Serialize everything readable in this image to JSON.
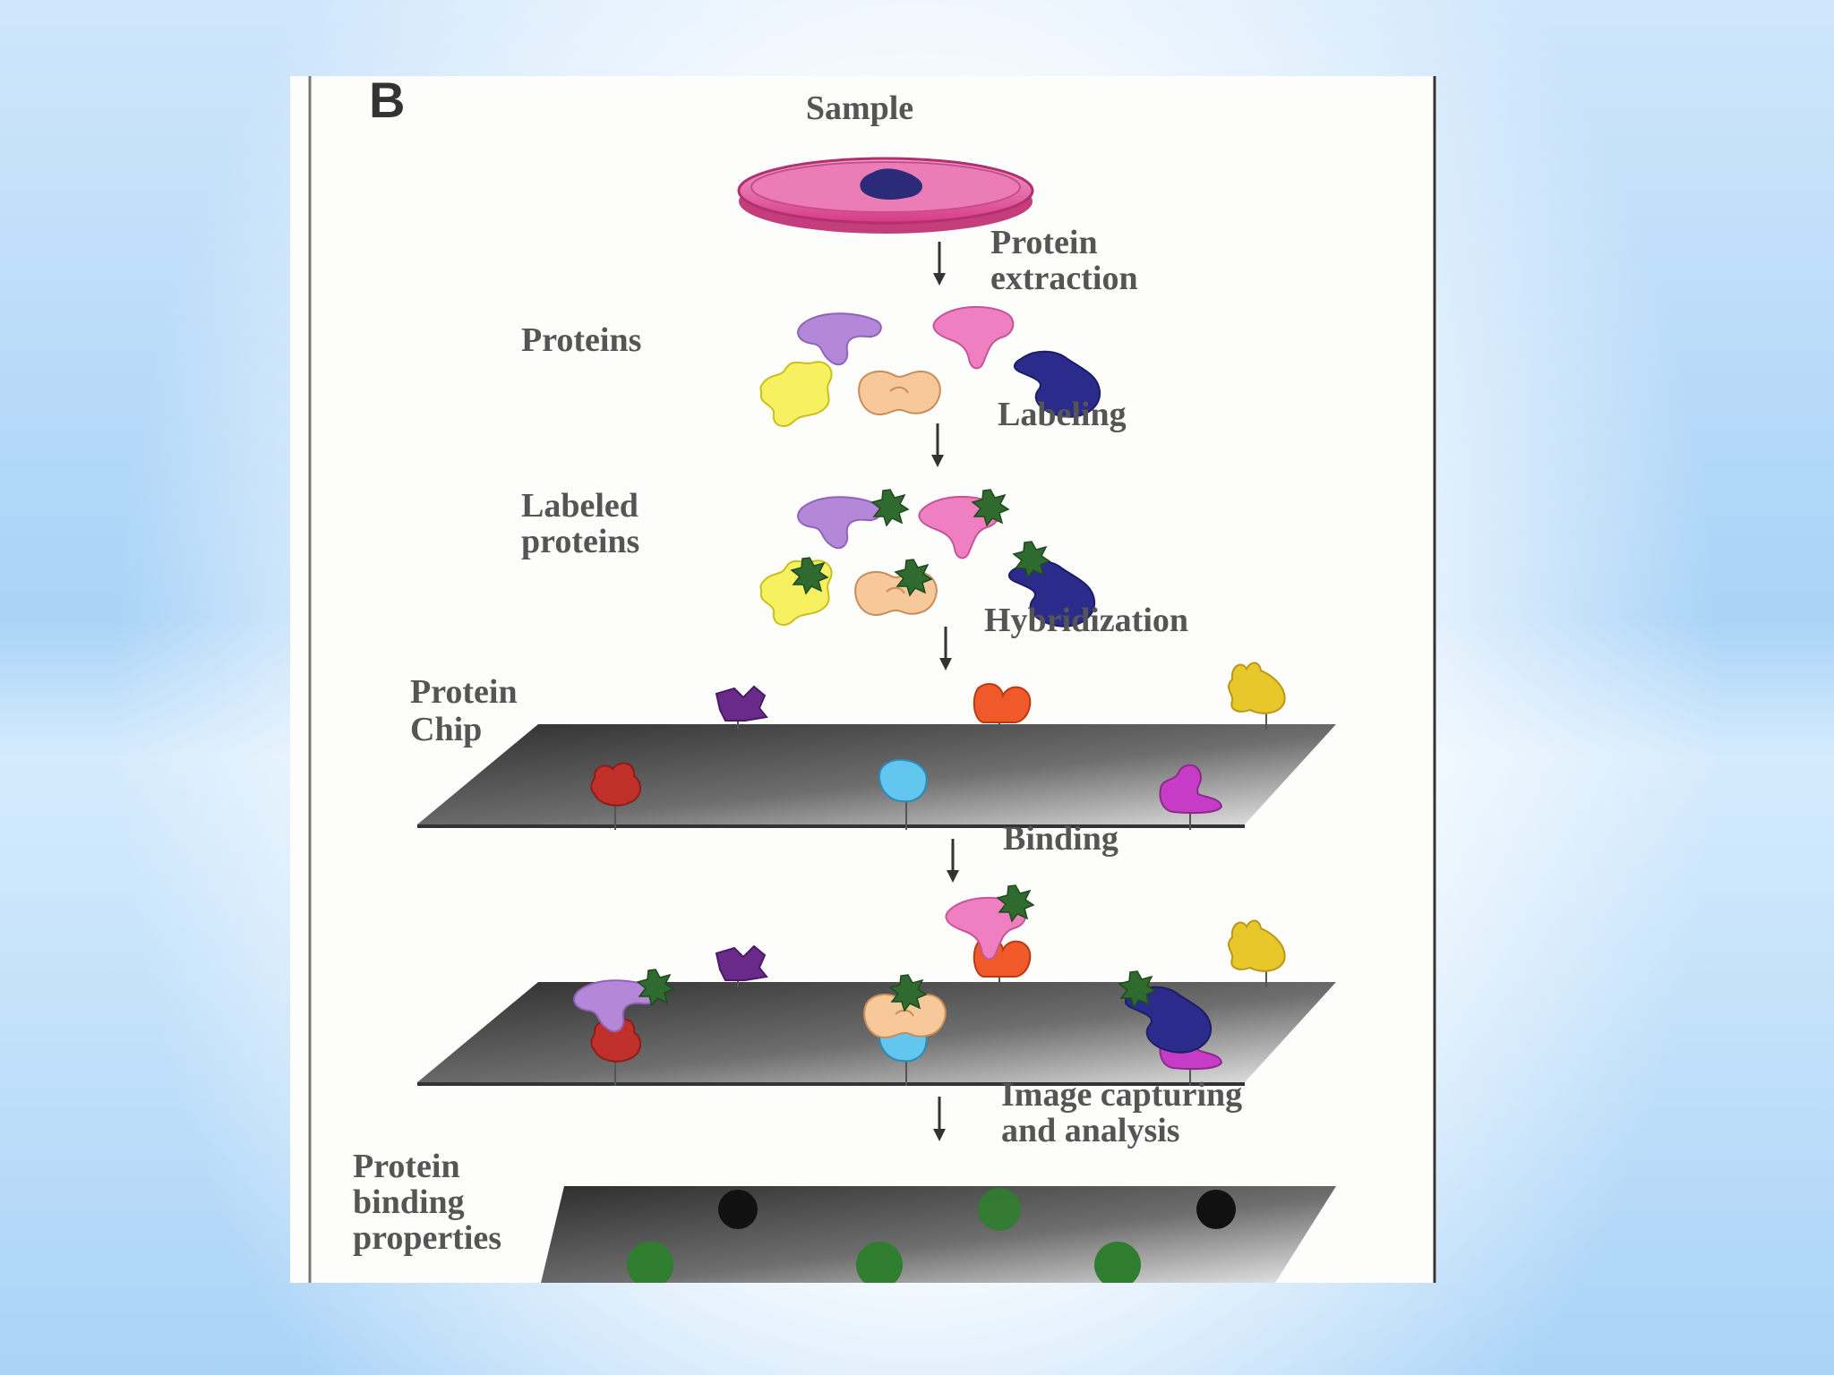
{
  "figure": {
    "panel_label": "B",
    "labels": {
      "sample": "Sample",
      "protein_extraction": [
        "Protein",
        "extraction"
      ],
      "proteins": "Proteins",
      "labeling": "Labeling",
      "labeled_proteins": [
        "Labeled",
        "proteins"
      ],
      "hybridization": "Hybridization",
      "protein_chip": [
        "Protein",
        "Chip"
      ],
      "binding": "Binding",
      "image_capturing": [
        "Image capturing",
        "and analysis"
      ],
      "protein_binding_properties": [
        "Protein",
        "binding",
        "properties"
      ]
    }
  },
  "colors": {
    "background": "#b3d9f7",
    "chip": "#5a5a5a",
    "petri_dish": "#e0559a",
    "label_tag": "#2f6b2f",
    "spot_green": "#2f7d2f",
    "spot_black": "#111111"
  }
}
